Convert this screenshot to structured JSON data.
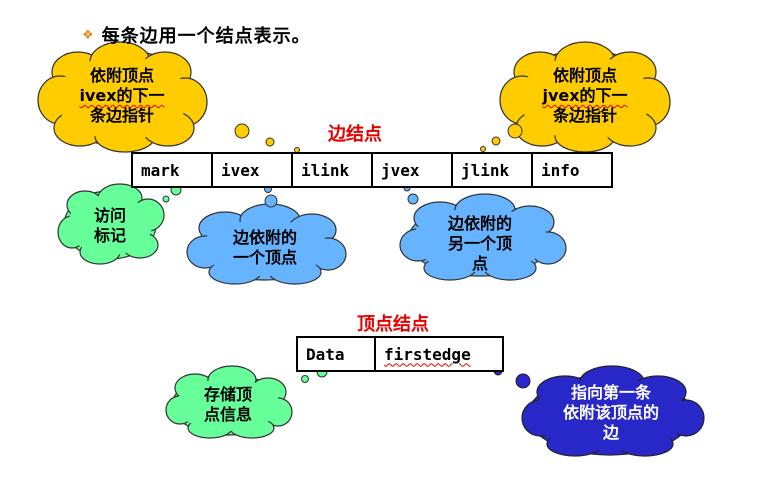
{
  "bullet": {
    "icon": "diamond-bullet-icon",
    "text": "每条边用一个结点表示。"
  },
  "edge_node": {
    "title": "边结点",
    "fields": [
      "mark",
      "ivex",
      "ilink",
      "jvex",
      "jlink",
      "info"
    ]
  },
  "vertex_node": {
    "title": "顶点结点",
    "fields": [
      "Data",
      "firstedge"
    ]
  },
  "callouts": {
    "ilink_line1": "依附顶点",
    "ilink_line2": "ivex的下一",
    "ilink_line3": "条边指针",
    "jlink_line1": "依附顶点",
    "jlink_line2": "jvex的下一",
    "jlink_line3": "条边指针",
    "mark_line1": "访问",
    "mark_line2": "标记",
    "ivex_line1": "边依附的",
    "ivex_line2": "一个顶点",
    "jvex_line1": "边依附的",
    "jvex_line2": "另一个顶",
    "jvex_line3": "点",
    "data_line1": "存储顶",
    "data_line2": "点信息",
    "firstedge_line1": "指向第一条",
    "firstedge_line2": "依附该顶点的",
    "firstedge_line3": "边"
  },
  "colors": {
    "yellow": "#ffcc00",
    "green": "#66ff99",
    "light_blue": "#66b3ff",
    "dark_blue": "#2828c8",
    "title_red": "#e60000"
  }
}
